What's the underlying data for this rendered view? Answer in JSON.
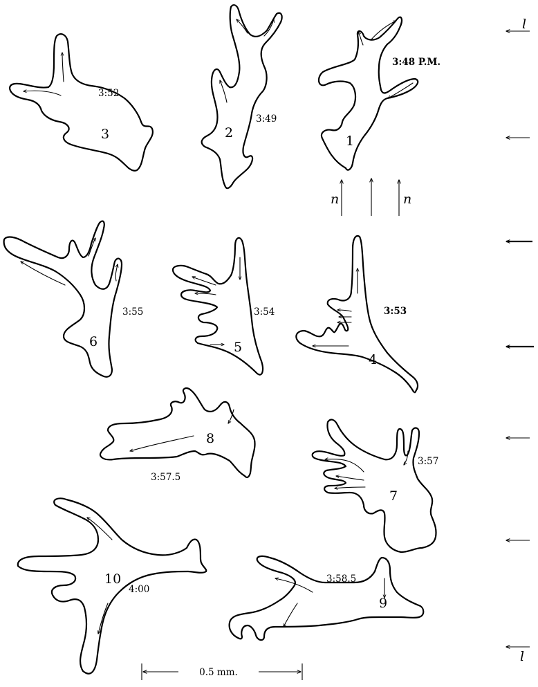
{
  "figure": {
    "items": [
      {
        "number": "1",
        "time": "3:48 P.M."
      },
      {
        "number": "2",
        "time": "3:49"
      },
      {
        "number": "3",
        "time": "3:52"
      },
      {
        "number": "4",
        "time": "3:53"
      },
      {
        "number": "5",
        "time": "3:54"
      },
      {
        "number": "6",
        "time": "3:55"
      },
      {
        "number": "7",
        "time": "3:57"
      },
      {
        "number": "8",
        "time": "3:57.5"
      },
      {
        "number": "9",
        "time": "3:58.5"
      },
      {
        "number": "10",
        "time": "4:00"
      }
    ],
    "side_labels": {
      "top": "l",
      "bottom": "l"
    },
    "bottom_arrow_labels": {
      "left": "n",
      "right": "n"
    },
    "scale_bar": {
      "label": "0.5 mm."
    }
  }
}
